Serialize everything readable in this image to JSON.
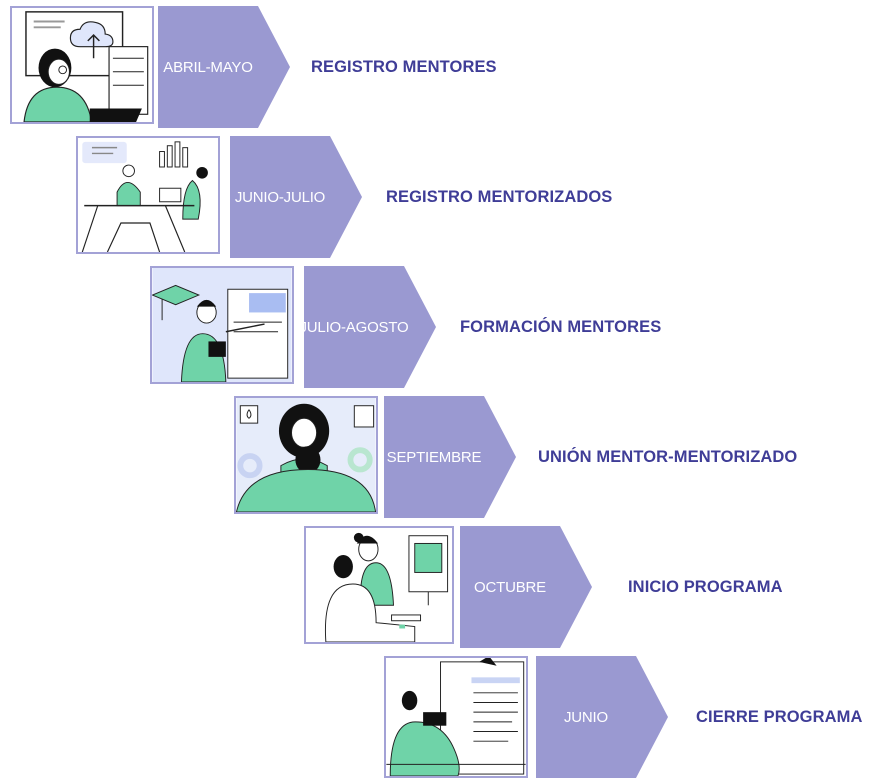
{
  "colors": {
    "chevron": "#9a99d1",
    "label": "#3f3d97",
    "accent": "#6fd3a8",
    "frame": "#a3a2d6"
  },
  "steps": [
    {
      "period": "ABRIL-MAYO",
      "title": "REGISTRO MENTORES",
      "illustration": "woman-at-laptop-cloud-upload"
    },
    {
      "period": "JUNIO-JULIO",
      "title": "REGISTRO MENTORIZADOS",
      "illustration": "people-at-desks-office"
    },
    {
      "period": "JULIO-AGOSTO",
      "title": "FORMACIÓN MENTORES",
      "illustration": "graduation-cap-training"
    },
    {
      "period": "SEPTIEMBRE",
      "title": "UNIÓN MENTOR-MENTORIZADO",
      "illustration": "video-call-meeting"
    },
    {
      "period": "OCTUBRE",
      "title": "INICIO PROGRAMA",
      "illustration": "two-people-at-computer"
    },
    {
      "period": "JUNIO",
      "title": "CIERRE PROGRAMA",
      "illustration": "person-with-laptop-document"
    }
  ]
}
